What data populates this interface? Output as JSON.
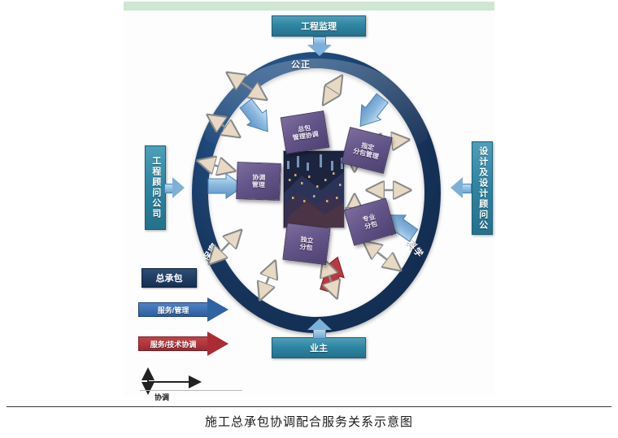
{
  "caption": "施工总承包协调配合服务关系示意图",
  "colors": {
    "ring_blue": "#1e4878",
    "callout_teal": "#2f86a3",
    "diamond_purple": "#64558a",
    "service_arrow_blue": "#7db0d8",
    "legend_dark": "#16304f",
    "legend_blue": "#2c5e9e",
    "legend_red": "#9d2a30",
    "green_bar": "#cfe7d2"
  },
  "ring": {
    "words": [
      {
        "id": "top",
        "text": "公正"
      },
      {
        "id": "left",
        "text": "保密"
      },
      {
        "id": "right",
        "text": "科学"
      }
    ]
  },
  "callouts": {
    "top": {
      "label": "工程监理"
    },
    "bottom": {
      "label": "业主"
    },
    "left": {
      "label": "工程顾问公司"
    },
    "right": {
      "label": "设计及设计顾问公"
    }
  },
  "diamonds": [
    {
      "id": "top",
      "label": "总包\n管理协调"
    },
    {
      "id": "top-right",
      "label": "指定\n分包管理"
    },
    {
      "id": "bottom-right",
      "label": "专业\n分包"
    },
    {
      "id": "bottom",
      "label": "独立\n分包"
    },
    {
      "id": "left",
      "label": "协调\n管理"
    }
  ],
  "center": {
    "image_name": "construction-site-night-photo"
  },
  "legend": {
    "title": "总承包",
    "items": [
      {
        "id": "service-management",
        "label": "服务/管理",
        "color": "#2c5e9e",
        "style": "blue-arrow"
      },
      {
        "id": "service-technical",
        "label": "服务/技术协调",
        "color": "#9d2a30",
        "style": "red-arrow"
      },
      {
        "id": "coordination",
        "label": "协调",
        "color": "#333333",
        "style": "cross-arrows"
      }
    ]
  }
}
